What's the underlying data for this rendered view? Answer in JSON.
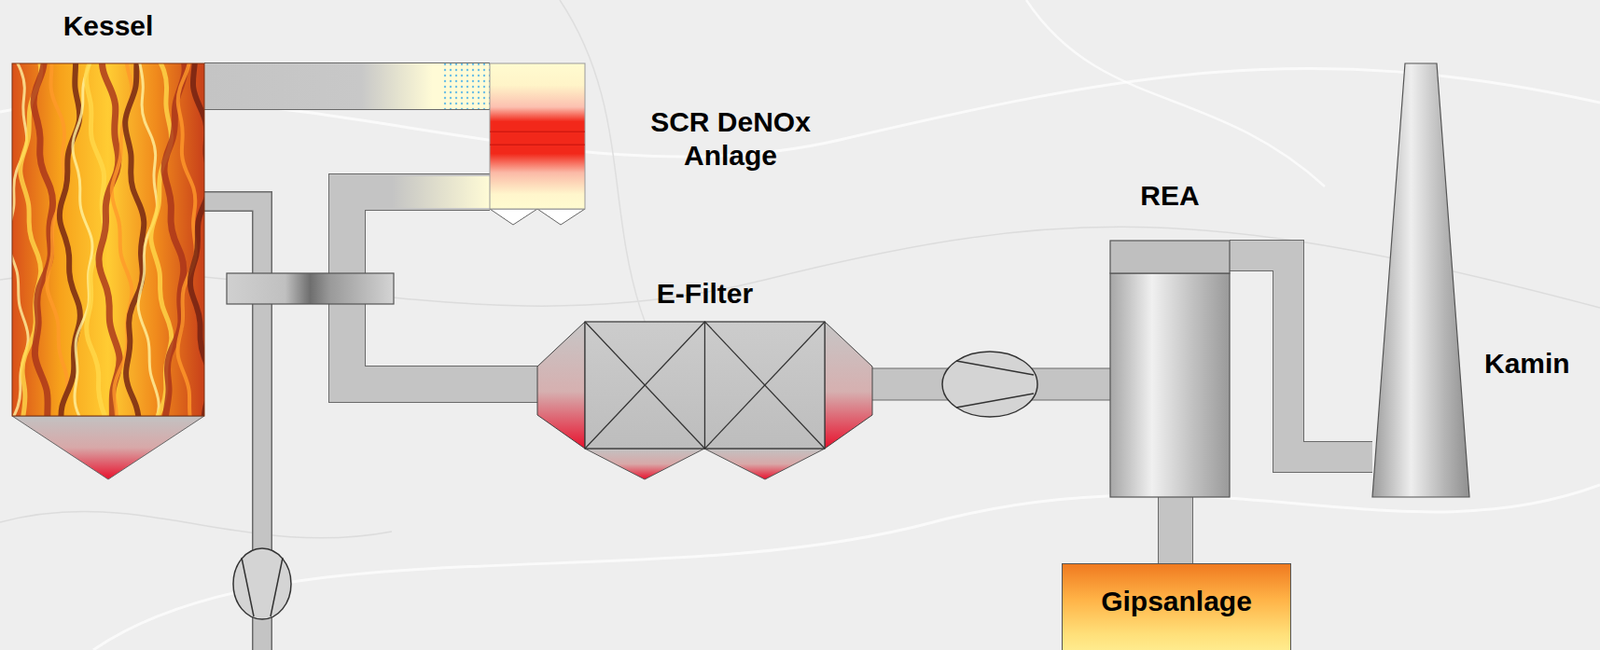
{
  "diagram": {
    "nodes": [
      {
        "text": [
          "Kessel"
        ]
      },
      {
        "text": [
          "SCR DeNOx Anlage"
        ]
      },
      {
        "text": [
          "E-Filter"
        ]
      },
      {
        "text": [
          "REA"
        ]
      },
      {
        "text": [
          "Kamin"
        ]
      },
      {
        "text": [
          "Gipsanlage"
        ]
      }
    ],
    "edges": [
      {
        "from": 0,
        "to": 1,
        "arrow": "none"
      },
      {
        "from": 1,
        "to": 2,
        "arrow": "none"
      },
      {
        "from": 2,
        "to": 3,
        "arrow": "none"
      },
      {
        "from": 3,
        "to": 4,
        "arrow": "none"
      },
      {
        "from": 3,
        "to": 5,
        "arrow": "none"
      }
    ]
  }
}
